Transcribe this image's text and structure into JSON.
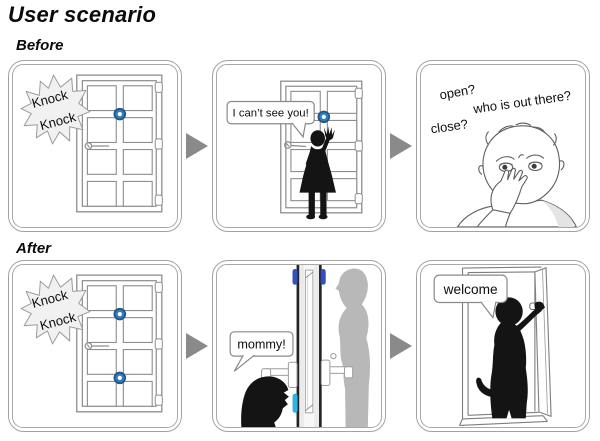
{
  "page": {
    "title": "User scenario"
  },
  "colors": {
    "peephole_blue": "#2e7cba",
    "peephole_rim": "#24517e",
    "device_blue": "#3450c0",
    "device_cyan": "#2fb3e0",
    "arrow_gray": "#8a8a8a",
    "mother_gray": "#b8b8b8",
    "silhouette_black": "#141414"
  },
  "icons": {
    "panel_flow_arrow": "arrow-right"
  },
  "before": {
    "label": "Before",
    "panel1": {
      "knock1": "Knock",
      "knock2": "Knock"
    },
    "panel2": {
      "bubble": "I can’t see you!"
    },
    "panel3": {
      "q1": "open?",
      "q2": "who is out there?",
      "q3": "close?"
    }
  },
  "after": {
    "label": "After",
    "panel1": {
      "knock1": "Knock",
      "knock2": "Knock"
    },
    "panel2": {
      "bubble": "mommy!"
    },
    "panel3": {
      "bubble": "welcome"
    }
  }
}
